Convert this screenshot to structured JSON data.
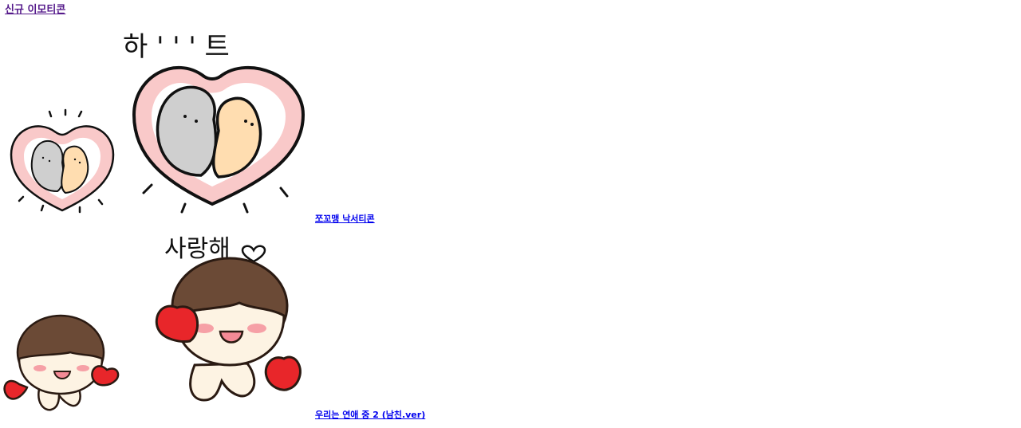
{
  "heading": {
    "label": "신규 이모티콘"
  },
  "items": [
    {
      "title": "쪼꼬맹 낙서티콘",
      "sticker_caption": "하 ' ' ' 트",
      "colors": {
        "heart": "#f9c9c9",
        "cat": "#cfcfcf",
        "bear": "#ffddb0",
        "outline": "#111111"
      }
    },
    {
      "title": "우리는 연애 중 2 (남친.ver)",
      "sticker_caption": "사랑해",
      "colors": {
        "hair": "#6b4a36",
        "skin": "#fdf3e3",
        "heart": "#e8262a",
        "cheek": "#f6a0a6",
        "outline": "#2a1a12"
      }
    }
  ]
}
